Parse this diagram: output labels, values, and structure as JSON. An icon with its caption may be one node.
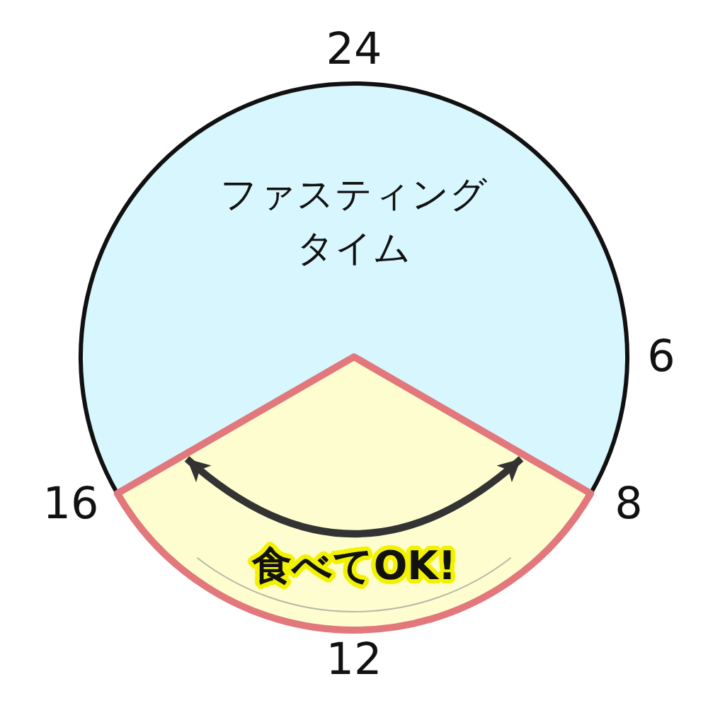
{
  "diagram": {
    "nodes": [
      {
        "text": [
          "ファスティングタイム"
        ]
      },
      {
        "text": [
          "食べてOK!"
        ]
      }
    ],
    "labels": [
      "24",
      "6",
      "16",
      "8",
      "12"
    ]
  }
}
